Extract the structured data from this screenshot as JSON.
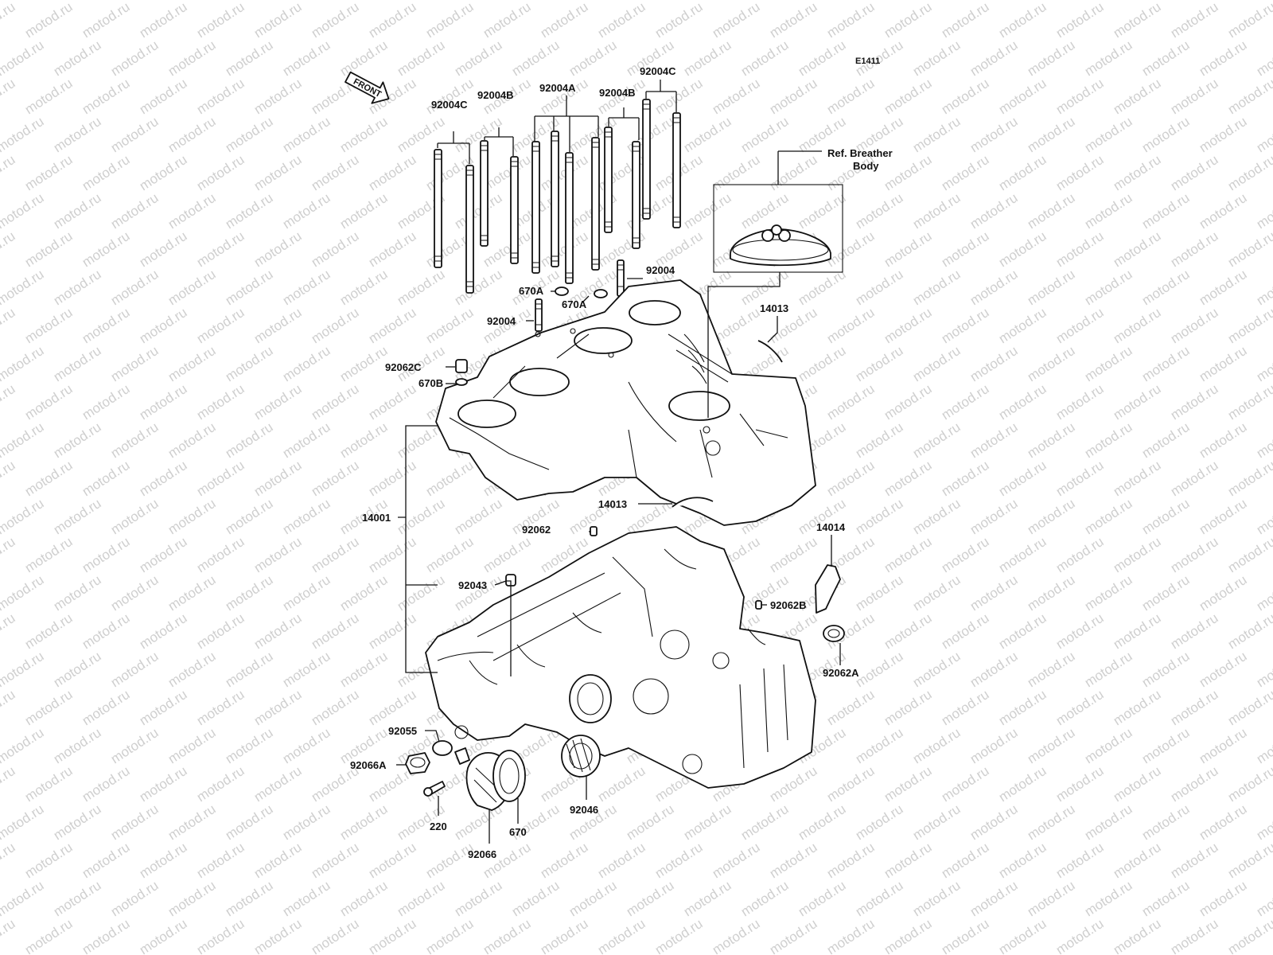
{
  "diagram_id": "E1411",
  "front_arrow_text": "FRONT",
  "watermark_text": "motod.ru",
  "labels": {
    "p92004C_left": "92004C",
    "p92004B_left": "92004B",
    "p92004A": "92004A",
    "p92004B_right": "92004B",
    "p92004C_right": "92004C",
    "ref_breather_line1": "Ref. Breather",
    "ref_breather_line2": "Body",
    "p92004_right": "92004",
    "p670A_1": "670A",
    "p670A_2": "670A",
    "p92004_left": "92004",
    "p14013_top": "14013",
    "p92062C": "92062C",
    "p670B": "670B",
    "p14013_mid": "14013",
    "p14001": "14001",
    "p92062": "92062",
    "p14014": "14014",
    "p92043": "92043",
    "p92062B": "92062B",
    "p92062A": "92062A",
    "p92055": "92055",
    "p92066A": "92066A",
    "p220": "220",
    "p670": "670",
    "p92046": "92046",
    "p92066": "92066"
  }
}
